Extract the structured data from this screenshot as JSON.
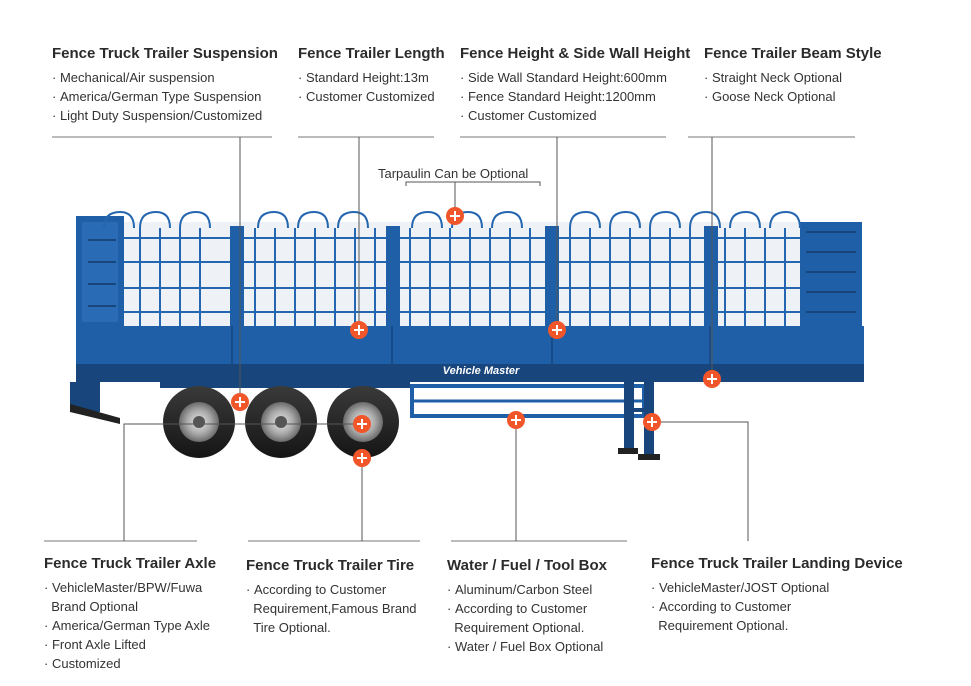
{
  "tarpaulin_label": "Tarpaulin Can be Optional",
  "brand_text": "Vehicle Master",
  "sections": {
    "suspension": {
      "title": "Fence Truck Trailer Suspension",
      "items": [
        "Mechanical/Air suspension",
        "America/German Type Suspension",
        "Light Duty Suspension/Customized"
      ]
    },
    "length": {
      "title": "Fence Trailer Length",
      "items": [
        "Standard Height:13m",
        "Customer Customized"
      ]
    },
    "height": {
      "title": "Fence Height & Side Wall Height",
      "items": [
        "Side Wall Standard Height:600mm",
        "Fence Standard Height:1200mm",
        "Customer Customized"
      ]
    },
    "beam": {
      "title": "Fence Trailer Beam Style",
      "items": [
        "Straight Neck Optional",
        "Goose Neck Optional"
      ]
    },
    "axle": {
      "title": "Fence Truck Trailer Axle",
      "items": [
        "VehicleMaster/BPW/Fuwa",
        "Brand Optional",
        "America/German Type Axle",
        "Front Axle Lifted",
        "Customized"
      ]
    },
    "tire": {
      "title": "Fence Truck Trailer Tire",
      "items": [
        "According to Customer",
        "Requirement,Famous Brand",
        "Tire Optional."
      ]
    },
    "toolbox": {
      "title": "Water / Fuel / Tool Box",
      "items": [
        "Aluminum/Carbon Steel",
        "According to Customer",
        "Requirement Optional.",
        "Water / Fuel Box Optional"
      ]
    },
    "landing": {
      "title": "Fence Truck Trailer Landing Device",
      "items": [
        "VehicleMaster/JOST Optional",
        "According to Customer",
        "Requirement Optional."
      ]
    }
  },
  "colors": {
    "trailer_blue": "#1f5fa8",
    "trailer_dark": "#17457c",
    "marker_orange": "#f0562a",
    "line": "#555555"
  }
}
